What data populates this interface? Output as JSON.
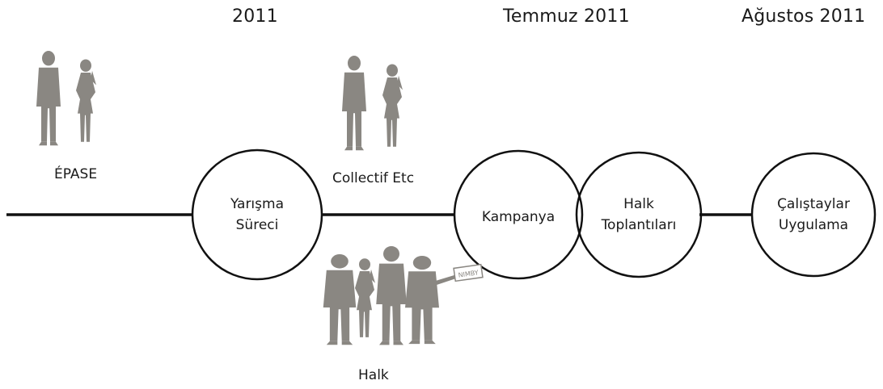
{
  "headers": {
    "h1": "2011",
    "h2": "Temmuz 2011",
    "h3": "Ağustos 2011"
  },
  "actors": {
    "epase": "ÉPASE",
    "collectif": "Collectif Etc",
    "halk": "Halk",
    "sign_text": "NIMBY"
  },
  "stages": {
    "yarisma": [
      "Yarışma",
      "Süreci"
    ],
    "kampanya": "Kampanya",
    "halk_toplantilari": [
      "Halk",
      "Toplantıları"
    ],
    "calistaylar": [
      "Çalıştaylar",
      "Uygulama"
    ]
  },
  "colors": {
    "line": "#111111",
    "silhouette": "#8a8782",
    "silhouette_dark": "#6f6c68"
  }
}
